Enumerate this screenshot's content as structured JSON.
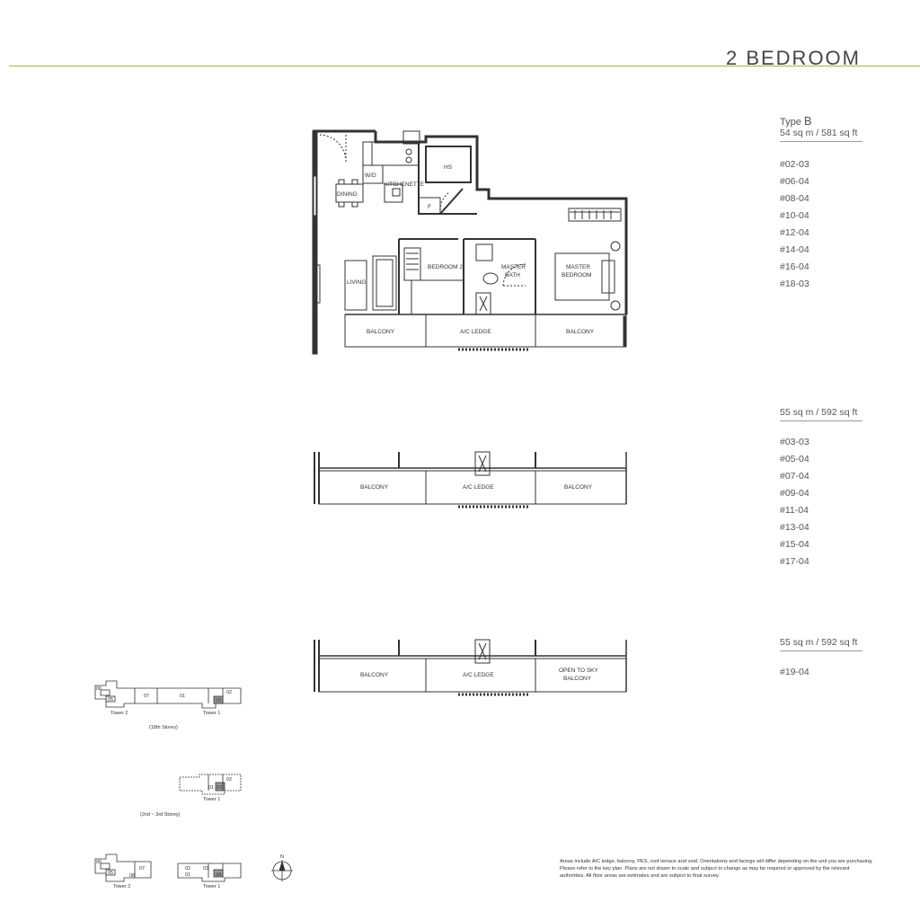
{
  "header": {
    "title": "2 BEDROOM"
  },
  "type_info": {
    "type_prefix": "Type ",
    "type_letter": "B"
  },
  "groups": [
    {
      "area": "54 sq m / 581 sq ft",
      "units": [
        "#02-03",
        "#06-04",
        "#08-04",
        "#10-04",
        "#12-04",
        "#14-04",
        "#16-04",
        "#18-03"
      ]
    },
    {
      "area": "55 sq m / 592 sq ft",
      "units": [
        "#03-03",
        "#05-04",
        "#07-04",
        "#09-04",
        "#11-04",
        "#13-04",
        "#15-04",
        "#17-04"
      ]
    },
    {
      "area": "55 sq m / 592 sq ft",
      "units": [
        "#19-04"
      ]
    }
  ],
  "plan_labels": {
    "dining": "DINING",
    "wd": "W/D",
    "kitchenette": "KITCHENETTE",
    "hs": "HS",
    "f": "F",
    "living": "LIVING",
    "bedroom2": "BEDROOM 2",
    "master_bath_1": "MASTER",
    "master_bath_2": "BATH",
    "master_bedroom_1": "MASTER",
    "master_bedroom_2": "BEDROOM",
    "balcony": "BALCONY",
    "ac_ledge": "A/C LEDGE",
    "open_sky_1": "OPEN TO SKY",
    "open_sky_2": "BALCONY"
  },
  "key_plan": {
    "tower1": "Tower 1",
    "tower2": "Tower 2",
    "caption_18th": "(18th Storey)",
    "caption_2nd_3rd": "(2nd ~ 3rd Storey)",
    "units_18th": [
      "06",
      "05",
      "07",
      "01",
      "03",
      "02"
    ],
    "units_2nd_3rd": [
      "02",
      "01",
      "03"
    ],
    "units_bottom_t2": [
      "06",
      "05",
      "07",
      "08"
    ],
    "units_bottom_t1": [
      "02",
      "01",
      "03",
      "04"
    ],
    "north": "N"
  },
  "disclaimer": "Areas include A/C ledge, balcony, PES, roof terrace and void. Orientations and facings will differ depending on the unit you are purchasing. Please refer to the key plan. Plans are not drawn to scale and subject to change as may be required or approved by the relevant authorities. All floor areas are estimates and are subject to final survey."
}
